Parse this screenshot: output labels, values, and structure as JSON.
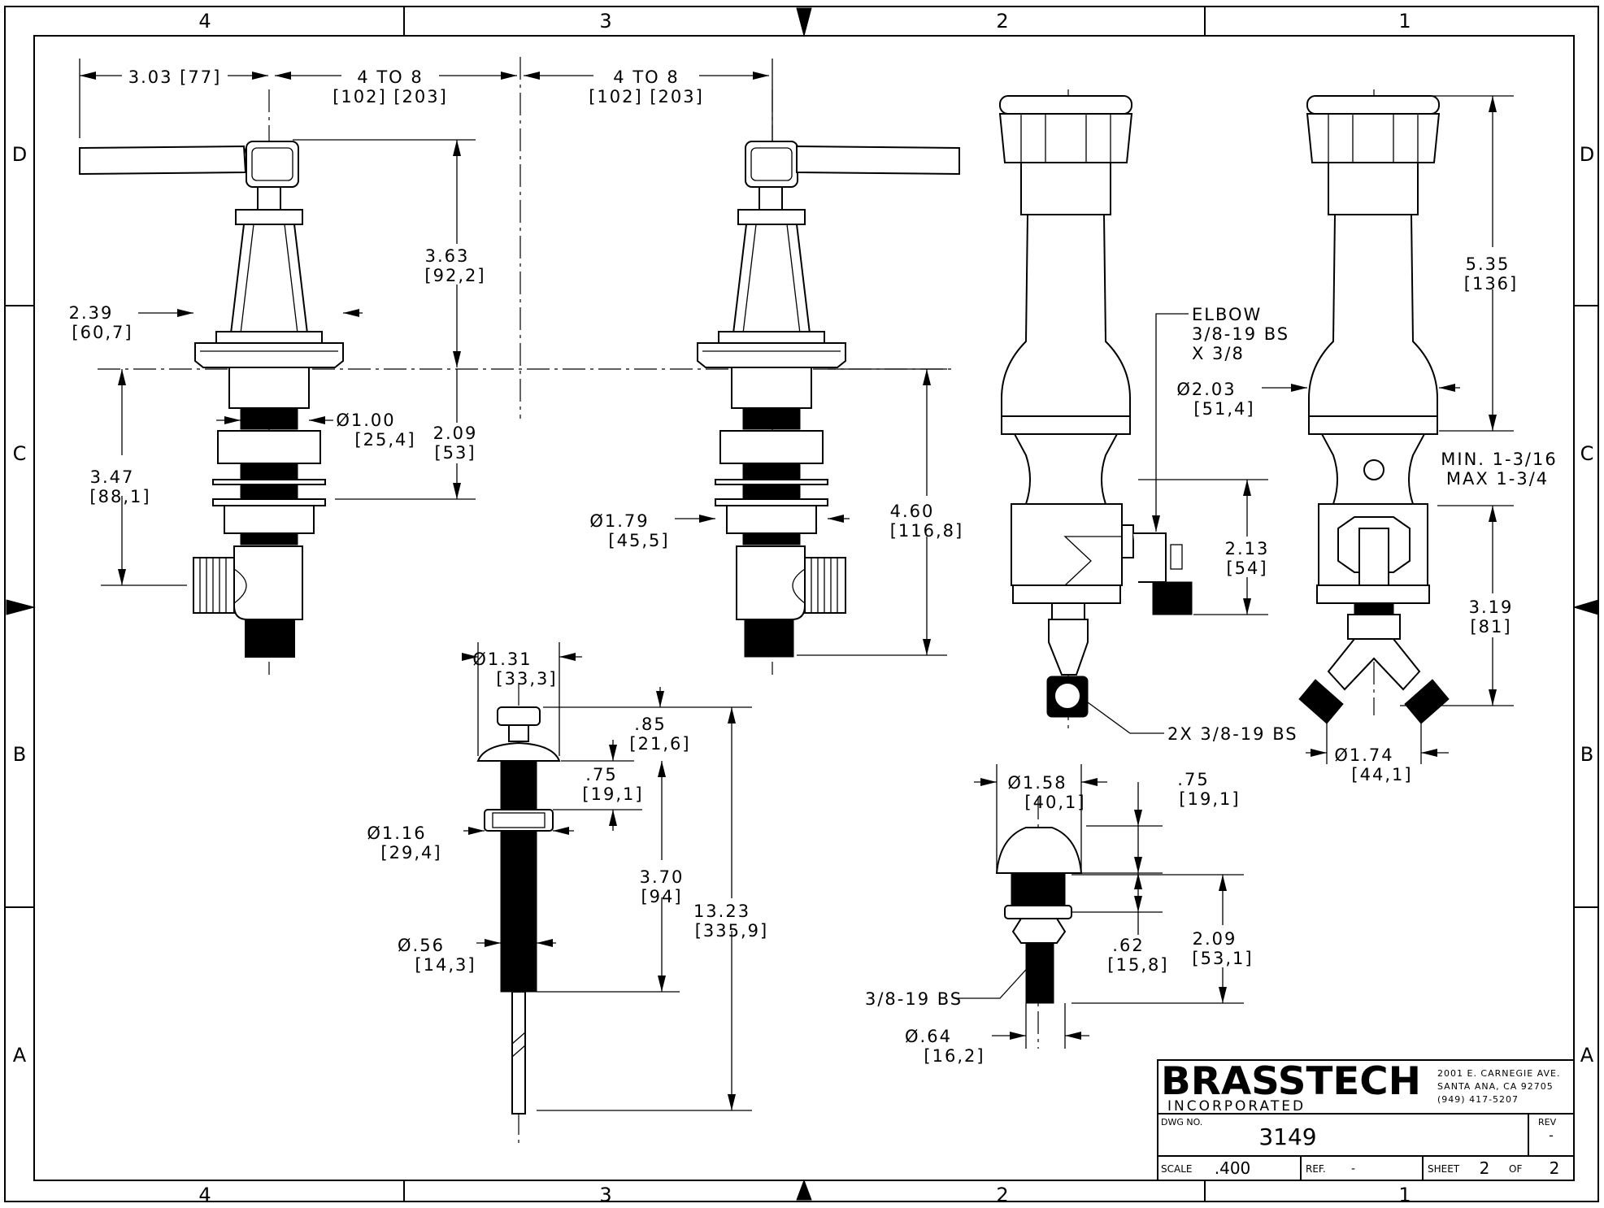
{
  "zones": {
    "columns": [
      "4",
      "3",
      "2",
      "1"
    ],
    "rows": [
      "D",
      "C",
      "B",
      "A"
    ]
  },
  "dimensions": {
    "d_left_3_03": "3.03 [77]",
    "d_span_left_a": "4  TO  8",
    "d_span_left_b": "[102]  [203]",
    "d_span_right_a": "4  TO  8",
    "d_span_right_b": "[102]  [203]",
    "d_3_63_a": "3.63",
    "d_3_63_b": "[92,2]",
    "d_2_39_a": "2.39",
    "d_2_39_b": "[60,7]",
    "d_1_00_a": "Ø1.00",
    "d_1_00_b": "[25,4]",
    "d_2_09_a": "2.09",
    "d_2_09_b": "[53]",
    "d_3_47_a": "3.47",
    "d_3_47_b": "[88,1]",
    "d_1_79_a": "Ø1.79",
    "d_1_79_b": "[45,5]",
    "d_4_60_a": "4.60",
    "d_4_60_b": "[116,8]",
    "d_1_31_a": "Ø1.31",
    "d_1_31_b": "[33,3]",
    "d_0_85_a": ".85",
    "d_0_85_b": "[21,6]",
    "d_0_75_a": ".75",
    "d_0_75_b": "[19,1]",
    "d_1_16_a": "Ø1.16",
    "d_1_16_b": "[29,4]",
    "d_3_70_a": "3.70",
    "d_3_70_b": "[94]",
    "d_13_23_a": "13.23",
    "d_13_23_b": "[335,9]",
    "d_0_56_a": "Ø.56",
    "d_0_56_b": "[14,3]",
    "elbow_1": "ELBOW",
    "elbow_2": "3/8-19 BS",
    "elbow_3": "X 3/8",
    "d_2_03_a": "Ø2.03",
    "d_2_03_b": "[51,4]",
    "d_2_13_a": "2.13",
    "d_2_13_b": "[54]",
    "d_2x_bs": "2X 3/8-19 BS",
    "d_5_35_a": "5.35",
    "d_5_35_b": "[136]",
    "min_1": "MIN. 1-3/16",
    "min_2": "MAX 1-3/4",
    "d_3_19_a": "3.19",
    "d_3_19_b": "[81]",
    "d_1_74_a": "Ø1.74",
    "d_1_74_b": "[44,1]",
    "d_1_58_a": "Ø1.58",
    "d_1_58_b": "[40,1]",
    "d_0_75r_a": ".75",
    "d_0_75r_b": "[19,1]",
    "d_0_62_a": ".62",
    "d_0_62_b": "[15,8]",
    "d_2_09r_a": "2.09",
    "d_2_09r_b": "[53,1]",
    "d_bs_thread": "3/8-19 BS",
    "d_0_64_a": "Ø.64",
    "d_0_64_b": "[16,2]"
  },
  "title_block": {
    "company": "BRASSTECH",
    "company_sub": "INCORPORATED",
    "address_1": "2001 E. CARNEGIE AVE.",
    "address_2": "SANTA ANA, CA 92705",
    "address_3": "(949) 417-5207",
    "dwg_no_label": "DWG NO.",
    "dwg_no": "3149",
    "rev_label": "REV",
    "rev": "-",
    "scale_label": "SCALE",
    "scale": ".400",
    "ref_label": "REF.",
    "ref": "-",
    "sheet_label": "SHEET",
    "sheet": "2",
    "of_label": "OF",
    "sheet_total": "2"
  }
}
